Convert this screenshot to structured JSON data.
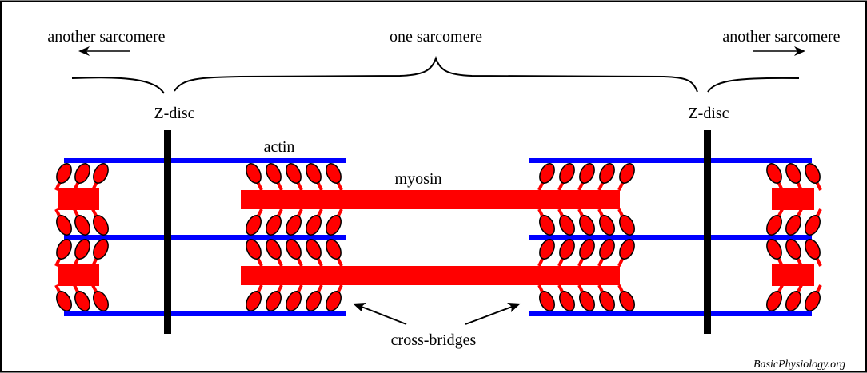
{
  "labels": {
    "another_left": "another sarcomere",
    "one_sarcomere": "one sarcomere",
    "another_right": "another sarcomere",
    "zdisc_left": "Z-disc",
    "zdisc_right": "Z-disc",
    "actin": "actin",
    "myosin": "myosin",
    "cross_bridges": "cross-bridges",
    "credit": "BasicPhysiology.org"
  },
  "colors": {
    "actin": "#0000ff",
    "myosin": "#ff0000",
    "zdisc": "#000000",
    "outline": "#000000"
  },
  "structure": {
    "actin_filaments_per_side": 3,
    "myosin_filaments": 2,
    "heads_per_group_center": 5,
    "heads_per_group_edge": 3
  }
}
